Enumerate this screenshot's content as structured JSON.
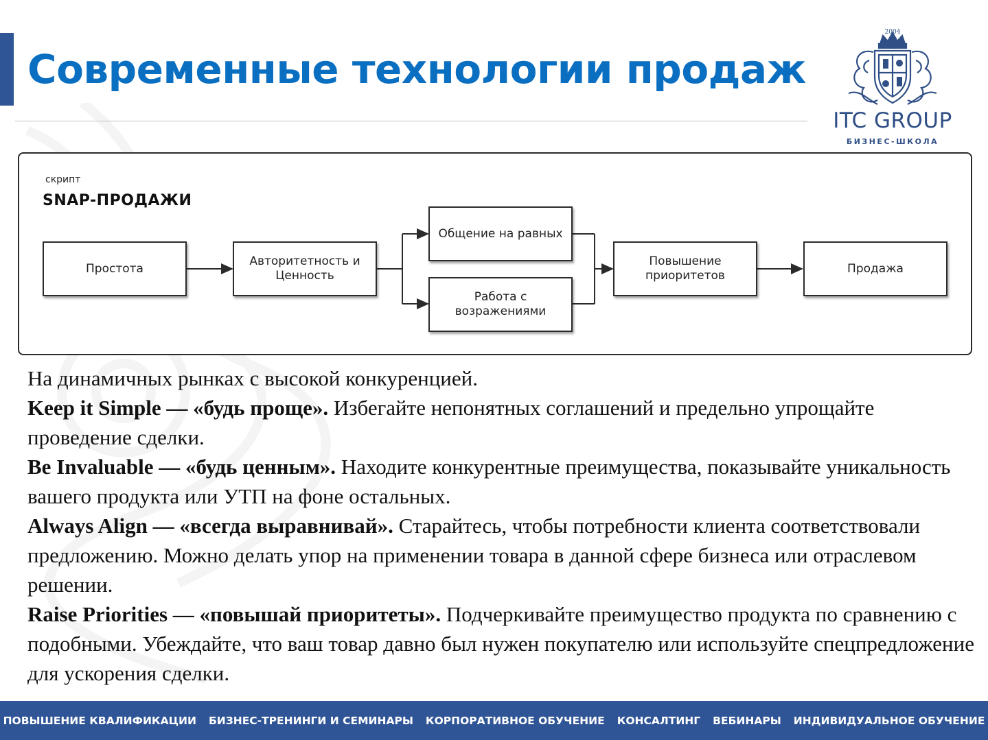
{
  "slide": {
    "title": "Современные технологии продаж"
  },
  "logo": {
    "year": "2004",
    "name": "ITC GROUP",
    "subtitle": "БИЗНЕС-ШКОЛА"
  },
  "diagram": {
    "caption": "скрипт",
    "title": "SNAP-ПРОДАЖИ",
    "nodes": {
      "simplicity": "Простота",
      "authority": "Авторитетность и Ценность",
      "peers": "Общение на равных",
      "objections": "Работа с возражениями",
      "priorities": "Повышение приоритетов",
      "sale": "Продажа"
    }
  },
  "body": {
    "intro": "На динамичных рынках с высокой конкуренцией.",
    "points": [
      {
        "bold": "Keep it Simple — «будь проще».",
        "text": " Избегайте непонятных соглашений и предельно упрощайте проведение сделки."
      },
      {
        "bold": "Be Invaluable — «будь ценным».",
        "text": " Находите конкурентные преимущества, показывайте уникальность вашего продукта или УТП на фоне остальных."
      },
      {
        "bold": "Always Align — «всегда выравнивай».",
        "text": " Старайтесь, чтобы потребности клиента соответствовали предложению. Можно делать упор на применении товара в данной сфере бизнеса или отраслевом решении."
      },
      {
        "bold": "Raise Priorities — «повышай приоритеты».",
        "text": " Подчеркивайте преимущество продукта по сравнению с подобными. Убеждайте, что ваш товар давно был нужен покупателю или используйте спецпредложение для ускорения сделки."
      }
    ]
  },
  "footer": {
    "items": [
      "ПОВЫШЕНИЕ КВАЛИФИКАЦИИ",
      "БИЗНЕС-ТРЕНИНГИ И СЕМИНАРЫ",
      "КОРПОРАТИВНОЕ ОБУЧЕНИЕ",
      "КОНСАЛТИНГ",
      "ВЕБИНАРЫ",
      "ИНДИВИДУАЛЬНОЕ ОБУЧЕНИЕ"
    ]
  },
  "colors": {
    "title": "#0a6ec1",
    "accent": "#2f5597",
    "logo": "#2f4f86"
  }
}
